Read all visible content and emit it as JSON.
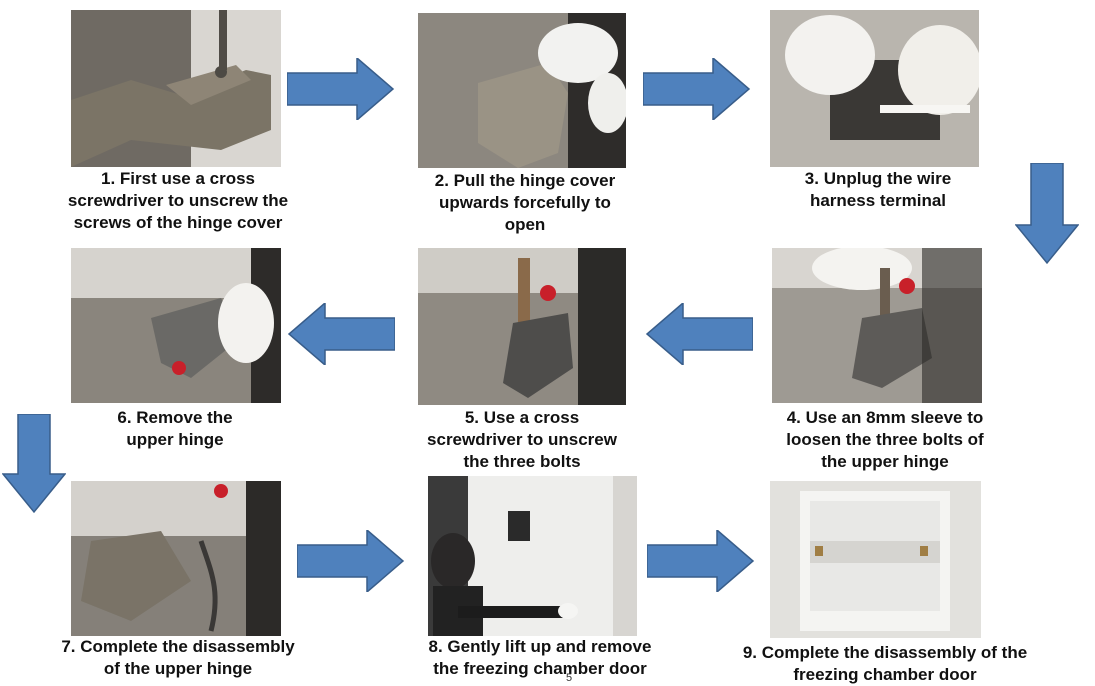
{
  "steps": [
    {
      "number": "1",
      "caption": "1. First use a cross\nscrewdriver to unscrew the\nscrews of the hinge cover"
    },
    {
      "number": "2",
      "caption": "2. Pull the hinge cover\nupwards forcefully to\nopen"
    },
    {
      "number": "3",
      "caption": "3. Unplug the wire\nharness terminal"
    },
    {
      "number": "4",
      "caption": "4. Use an 8mm sleeve to\nloosen the three bolts of\nthe upper hinge"
    },
    {
      "number": "5",
      "caption": "5. Use a cross\nscrewdriver to unscrew\nthe three bolts"
    },
    {
      "number": "6",
      "caption": "6. Remove the\nupper hinge"
    },
    {
      "number": "7",
      "caption": "7. Complete the disassembly\nof the upper hinge"
    },
    {
      "number": "8",
      "caption": "8. Gently lift up and remove\nthe freezing chamber door"
    },
    {
      "number": "9",
      "caption": "9. Complete the disassembly of the\nfreezing chamber door"
    }
  ],
  "page_number": "5",
  "colors": {
    "arrow": "#4f81bd",
    "arrow_border": "#385d8a"
  }
}
